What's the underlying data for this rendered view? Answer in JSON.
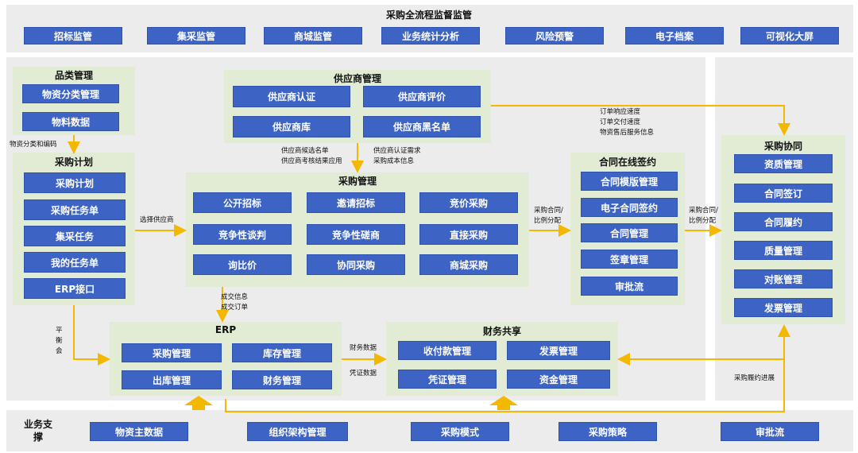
{
  "top": {
    "title": "采购全流程监督监管",
    "items": [
      "招标监管",
      "集采监管",
      "商城监管",
      "业务统计分析",
      "风险预警",
      "电子档案",
      "可视化大屏"
    ]
  },
  "category": {
    "title": "品类管理",
    "items": [
      "物资分类管理",
      "物料数据"
    ]
  },
  "supplier": {
    "title": "供应商管理",
    "items": [
      "供应商认证",
      "供应商评价",
      "供应商库",
      "供应商黑名单"
    ]
  },
  "plan": {
    "title": "采购计划",
    "items": [
      "采购计划",
      "采购任务单",
      "集采任务",
      "我的任务单",
      "ERP接口"
    ]
  },
  "procurement": {
    "title": "采购管理",
    "items": [
      "公开招标",
      "邀请招标",
      "竞价采购",
      "竞争性谈判",
      "竞争性磋商",
      "直接采购",
      "询比价",
      "协同采购",
      "商城采购"
    ]
  },
  "contract": {
    "title": "合同在线签约",
    "items": [
      "合同模版管理",
      "电子合同签约",
      "合同管理",
      "签章管理",
      "审批流"
    ]
  },
  "collab": {
    "title": "采购协同",
    "items": [
      "资质管理",
      "合同签订",
      "合同履约",
      "质量管理",
      "对账管理",
      "发票管理"
    ]
  },
  "erp": {
    "title": "ERP",
    "items": [
      "采购管理",
      "库存管理",
      "出库管理",
      "财务管理"
    ]
  },
  "finance": {
    "title": "财务共享",
    "items": [
      "收付款管理",
      "发票管理",
      "凭证管理",
      "资金管理"
    ]
  },
  "support": {
    "title": "业务支撑",
    "items": [
      "物资主数据",
      "组织架构管理",
      "采购模式",
      "采购策略",
      "审批流"
    ]
  },
  "labels": {
    "cat_to_plan": "物资分类和编码",
    "plan_to_proc": "选择供应商",
    "sup_to_proc_left": "供应商候选名单\n供应商考核结果应用",
    "sup_to_proc_right": "供应商认证需求\n采购成本信息",
    "sup_to_collab": "订单响应速度\n订单交付速度\n物资售后服务信息",
    "proc_to_contract": "采购合同/\n比例分配",
    "contract_to_collab": "采购合同/\n比例分配",
    "proc_to_erp": "成交信息\n成交订单",
    "plan_to_erp": "平\n衡\n会",
    "erp_to_fin_top": "财务数据",
    "erp_to_fin_bottom": "凭证数据",
    "collab_progress": "采购履约进展"
  },
  "colors": {
    "button": "#3d64c4",
    "panel": "#e2ecd5",
    "region": "#ececec",
    "arrow": "#f5b800"
  }
}
